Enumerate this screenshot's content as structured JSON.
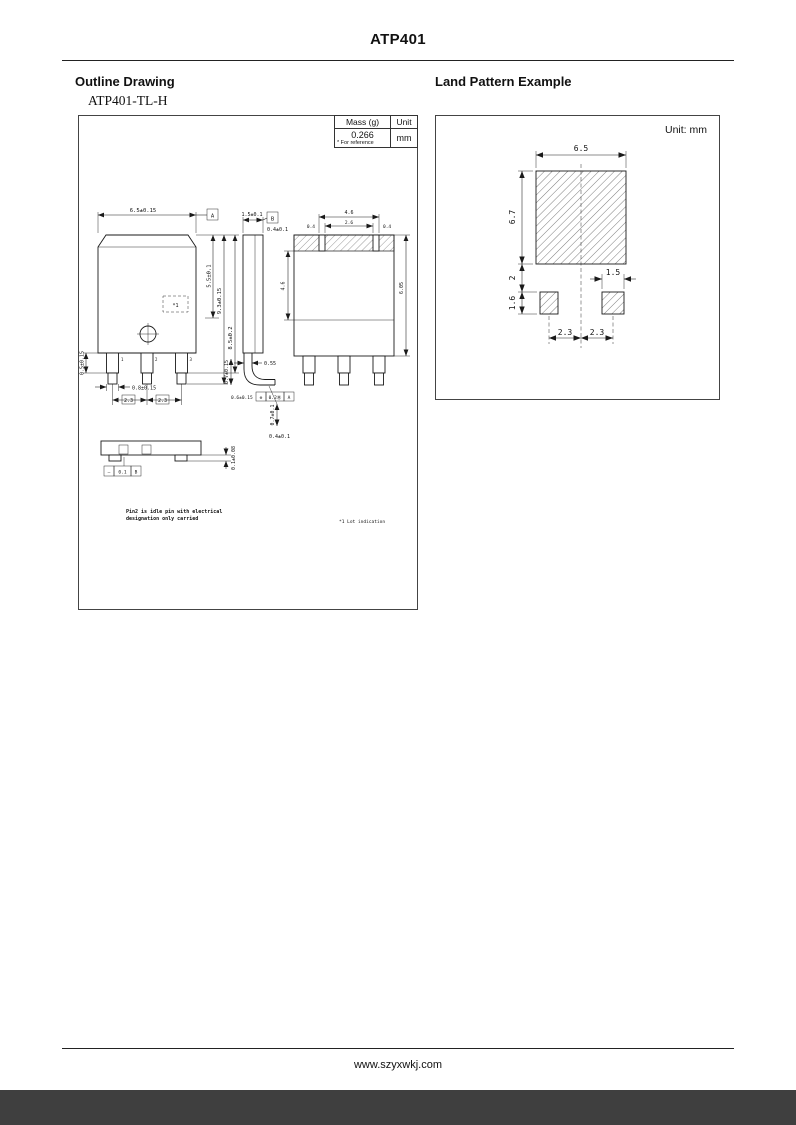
{
  "page": {
    "title": "ATP401",
    "footer_url": "www.szyxwkj.com"
  },
  "outline": {
    "heading": "Outline Drawing",
    "part_number": "ATP401-TL-H",
    "mass_table": {
      "mass_label": "Mass (g)",
      "unit_label": "Unit",
      "mass_value": "0.266",
      "mass_note": "* For reference",
      "unit_value": "mm"
    },
    "front": {
      "width": "6.5±0.15",
      "datum_a": "A",
      "dim_5_5": "5.5±0.1",
      "overall_height": "9.3±0.15",
      "body_height": "8.5±0.2",
      "lead_shoulder": "0.5±0.15",
      "lead_width": "0.8±0.15",
      "pitch_left": "2.3",
      "pitch_right": "2.3",
      "mark": "*1",
      "pin1": "1",
      "pin2": "2",
      "pin3": "3"
    },
    "side": {
      "tab_width": "1.5±0.1",
      "datum_b": "B",
      "top_step": "0.4±0.1",
      "lead_thickness": "0.55",
      "dim_0_7a": "0.7±0.15",
      "lead_dim": "0.6±0.15",
      "tol_sym": "⊕",
      "tol": "0.2Ⓜ",
      "tol_datum": "A",
      "dim_0_7b": "0.7±0.1",
      "foot_thickness": "0.4±0.1"
    },
    "back": {
      "slot_span": "4.6",
      "slot_inner": "2.6",
      "slot_left": "0.4",
      "slot_right": "0.4",
      "height": "6.05",
      "tab_height": "4.6"
    },
    "bottom": {
      "flat_sym": "—",
      "flat_val": "0.1",
      "flat_datum": "B",
      "standoff": "0.1±0.08"
    },
    "notes": {
      "line1": "Pin2 is idle pin with electrical",
      "line2": "designation only carried",
      "lot": "*1 Lot indication"
    }
  },
  "land_pattern": {
    "heading": "Land Pattern Example",
    "unit_note": "Unit: mm",
    "dims": {
      "pad_width": "6.5",
      "pad_height": "6.7",
      "gap": "2",
      "small_pad_height": "1.6",
      "small_pad_width": "1.5",
      "pitch_left": "2.3",
      "pitch_right": "2.3"
    }
  }
}
